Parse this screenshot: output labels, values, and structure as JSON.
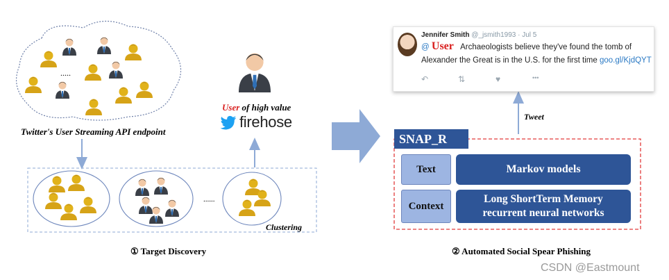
{
  "left": {
    "api_label": "Twitter's User Streaming API endpoint",
    "ellipsis_cloud": ".....",
    "ellipsis_clusters": "......",
    "clustering_label": "Clustering",
    "user_word": "User",
    "high_value_rest": "of high value",
    "firehose": "firehose",
    "caption": "① Target Discovery"
  },
  "tweet": {
    "name": "Jennifer Smith",
    "handle_date": "@_jsmith1993 · Jul 5",
    "at": "@",
    "user_tag": "User",
    "line1": "Archaeologists believe they've found the tomb of",
    "line2": "Alexander the Great is in the U.S. for the first time",
    "link": "goo.gl/KjdQYT",
    "actions": [
      "reply-icon",
      "retweet-icon",
      "like-icon",
      "more-icon"
    ],
    "more_glyph": "•••"
  },
  "right": {
    "tweet_label": "Tweet",
    "snap_title": "SNAP_R",
    "rows": [
      {
        "label": "Text",
        "model": "Markov models"
      },
      {
        "label": "Context",
        "model": "Long ShortTerm Memory recurrent neural networks"
      }
    ],
    "model_line1": "Long ShortTerm Memory",
    "model_line2": "recurrent neural networks",
    "caption": "② Automated Social Spear Phishing"
  },
  "watermark": "CSDN @Eastmount",
  "colors": {
    "user_red": "#d9201f",
    "twitter_blue": "#1da1f2",
    "snap_dark": "#2e5597",
    "snap_light": "#9db5e2",
    "dashed_red": "#e23b3b",
    "arrow_blue": "#8eaad6",
    "link_blue": "#2a79c4"
  }
}
